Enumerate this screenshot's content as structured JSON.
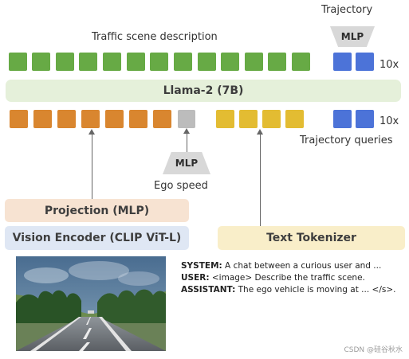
{
  "labels": {
    "traffic_scene_description": "Traffic scene description",
    "trajectory": "Trajectory",
    "trajectory_queries": "Trajectory queries",
    "ego_speed": "Ego speed",
    "repeat_top": "10x",
    "repeat_bottom": "10x"
  },
  "model": {
    "llm": "Llama-2 (7B)",
    "top_mlp": "MLP",
    "ego_mlp": "MLP"
  },
  "blocks": {
    "projection": "Projection (MLP)",
    "vision_encoder": "Vision Encoder (CLIP ViT-L)",
    "text_tokenizer": "Text Tokenizer"
  },
  "chat": [
    {
      "role": "SYSTEM:",
      "text": " A chat between a curious user and ..."
    },
    {
      "role": "USER:",
      "text": " <image> Describe the traffic scene."
    },
    {
      "role": "ASSISTANT:",
      "text": " The ego vehicle is moving at ... </s>."
    }
  ],
  "watermark": "CSDN @硅谷秋水",
  "colors": {
    "green_tokens": "#67aa45",
    "blue_tokens": "#4c73d8",
    "orange_tokens": "#d9862f",
    "gray_token": "#bcbcbc",
    "yellow_tokens": "#e3bc32"
  },
  "icons": {
    "driving_image": "road-scene-image"
  }
}
